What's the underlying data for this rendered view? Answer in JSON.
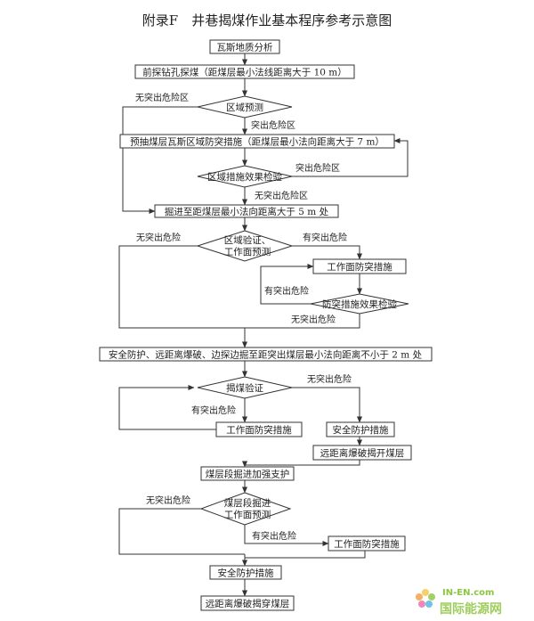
{
  "title": "附录F　井巷揭煤作业基本程序参考示意图",
  "nodes": {
    "n1": "瓦斯地质分析",
    "n2": "前探钻孔探煤（距煤层最小法线距离大于 10 m）",
    "n3": "区域预测",
    "n4": "预抽煤层瓦斯区域防突措施（距煤层最小法向距离大于 7 m）",
    "n5": "区域措施效果检验",
    "n6": "掘进至距煤层最小法向距离大于 5 m 处",
    "n7a": "区域验证、",
    "n7b": "工作面预测",
    "n8": "工作面防突措施",
    "n9": "防突措施效果检验",
    "n10": "安全防护、远距离爆破、边探边掘至距突出煤层最小法向距离不小于 2 m 处",
    "n11": "揭煤验证",
    "n12": "工作面防突措施",
    "n13": "安全防护措施",
    "n14": "远距离爆破揭开煤层",
    "n15": "煤层段掘进加强支护",
    "n16a": "煤层段掘进",
    "n16b": "工作面预测",
    "n17": "工作面防突措施",
    "n18": "安全防护措施",
    "n19": "远距离爆破揭穿煤层"
  },
  "edge_labels": {
    "no_risk": "无突出危险区",
    "risk": "突出危险区",
    "no_risk_2": "无突出危险",
    "risk_2": "有突出危险"
  },
  "watermark": {
    "brand_top": "IN-EN.com",
    "brand_bottom": "国际能源网",
    "brand_color": "#8cc63f"
  }
}
